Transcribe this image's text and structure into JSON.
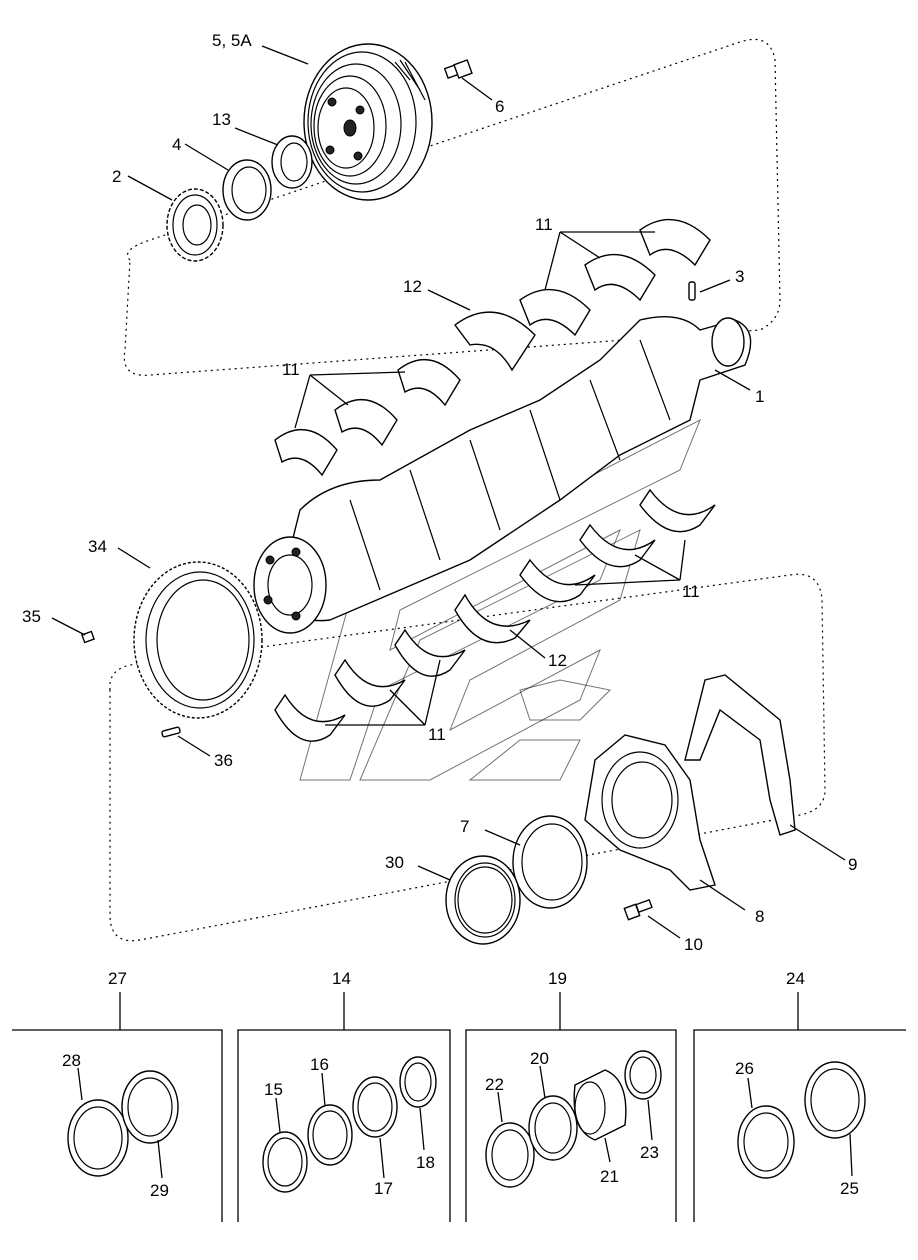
{
  "callouts": {
    "c1": "1",
    "c2": "2",
    "c3": "3",
    "c4": "4",
    "c5": "5, 5A",
    "c6": "6",
    "c7": "7",
    "c8": "8",
    "c9": "9",
    "c10": "10",
    "c11a": "11",
    "c11b": "11",
    "c11c": "11",
    "c11d": "11",
    "c12a": "12",
    "c12b": "12",
    "c13": "13",
    "c30": "30",
    "c34": "34",
    "c35": "35",
    "c36": "36"
  },
  "kits": [
    {
      "kit": "27",
      "parts": [
        "28",
        "29"
      ]
    },
    {
      "kit": "14",
      "parts": [
        "15",
        "16",
        "17",
        "18"
      ]
    },
    {
      "kit": "19",
      "parts": [
        "22",
        "20",
        "21",
        "23"
      ]
    },
    {
      "kit": "24",
      "parts": [
        "26",
        "25"
      ]
    }
  ],
  "icons": [
    "crankshaft-icon",
    "pulley-icon",
    "gear-icon",
    "bearing-shell-icon",
    "flywheel-ring-icon",
    "seal-icon",
    "bolt-icon",
    "pin-icon",
    "housing-icon",
    "gasket-icon"
  ]
}
